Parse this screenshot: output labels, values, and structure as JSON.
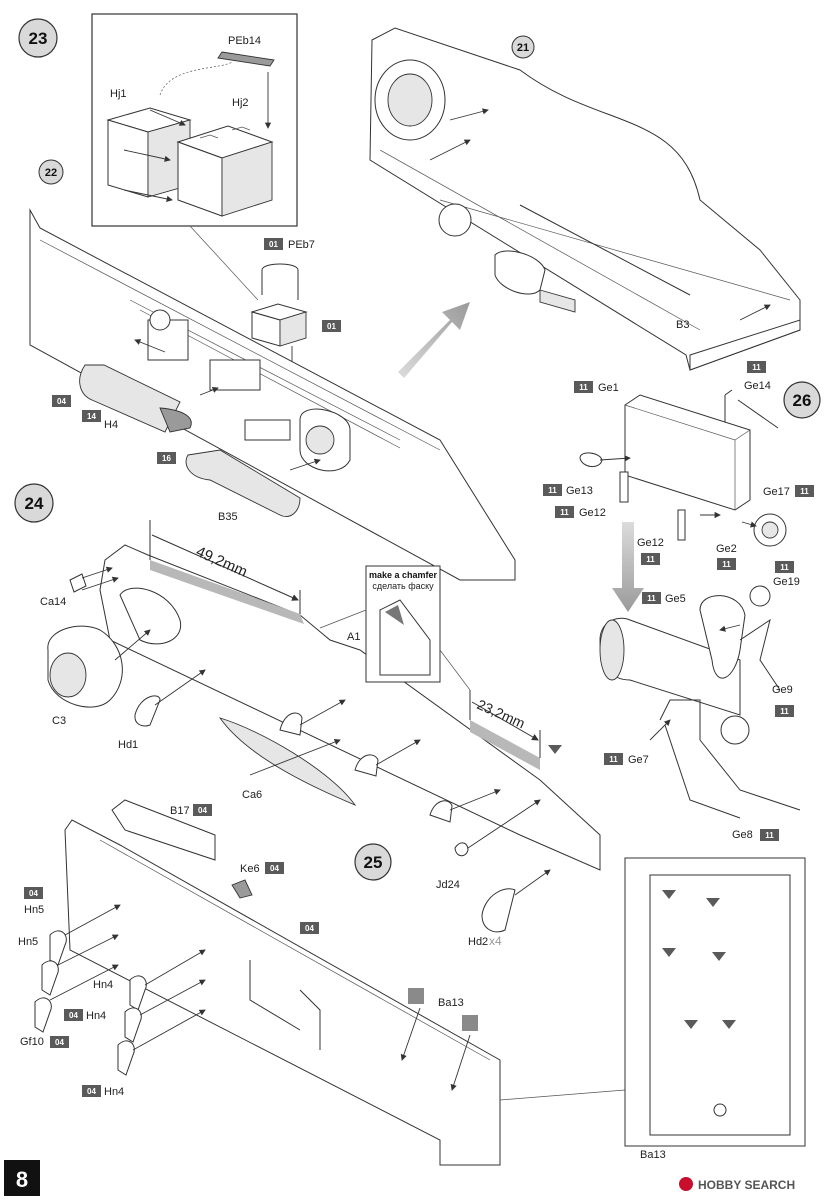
{
  "page": {
    "number": "8"
  },
  "watermark": {
    "text": "HOBBY SEARCH"
  },
  "steps": [
    {
      "id": "23",
      "num": "23"
    },
    {
      "id": "21",
      "num": "21"
    },
    {
      "id": "22",
      "num": "22"
    },
    {
      "id": "24",
      "num": "24"
    },
    {
      "id": "26",
      "num": "26"
    },
    {
      "id": "25",
      "num": "25"
    }
  ],
  "labels": {
    "peb14": "PEb14",
    "hj1": "Hj1",
    "hj2": "Hj2",
    "peb7": "PEb7",
    "h4": "H4",
    "b35": "B35",
    "b3": "B3",
    "ge1": "Ge1",
    "ge14": "Ge14",
    "ge13": "Ge13",
    "ge12a": "Ge12",
    "ge12b": "Ge12",
    "ge17": "Ge17",
    "ge2": "Ge2",
    "ge5": "Ge5",
    "ge19": "Ge19",
    "ge9": "Ge9",
    "ge7": "Ge7",
    "ge8": "Ge8",
    "ca14": "Ca14",
    "c3": "C3",
    "hd1": "Hd1",
    "ca6": "Ca6",
    "a1": "A1",
    "jd24": "Jd24",
    "hd2": "Hd2",
    "x4": "x4",
    "b17": "B17",
    "ke6": "Ke6",
    "hn5a": "Hn5",
    "hn5b": "Hn5",
    "gf10": "Gf10",
    "hn4a": "Hn4",
    "hn4b": "Hn4",
    "hn4c": "Hn4",
    "ba13a": "Ba13",
    "ba13b": "Ba13"
  },
  "dimensions": {
    "d1": "49,2mm",
    "d2": "23,2mm"
  },
  "callout": {
    "en": "make a chamfer",
    "ru": "сделать фаску"
  },
  "tags": {
    "t01a": "01",
    "t01b": "01",
    "t04a": "04",
    "t14": "14",
    "t16": "16",
    "t11a": "11",
    "t11b": "11",
    "t11c": "11",
    "t11d": "11",
    "t11e": "11",
    "t11f": "11",
    "t11g": "11",
    "t11h": "11",
    "t11i": "11",
    "t11j": "11",
    "t04b": "04",
    "t04c": "04",
    "t04d": "04",
    "t04e": "04",
    "t04f": "04",
    "t04g": "04",
    "t04h": "04"
  },
  "colors": {
    "tag": "#5a5a5a",
    "ink": "#222222",
    "arrow": "#8a8a8a"
  }
}
